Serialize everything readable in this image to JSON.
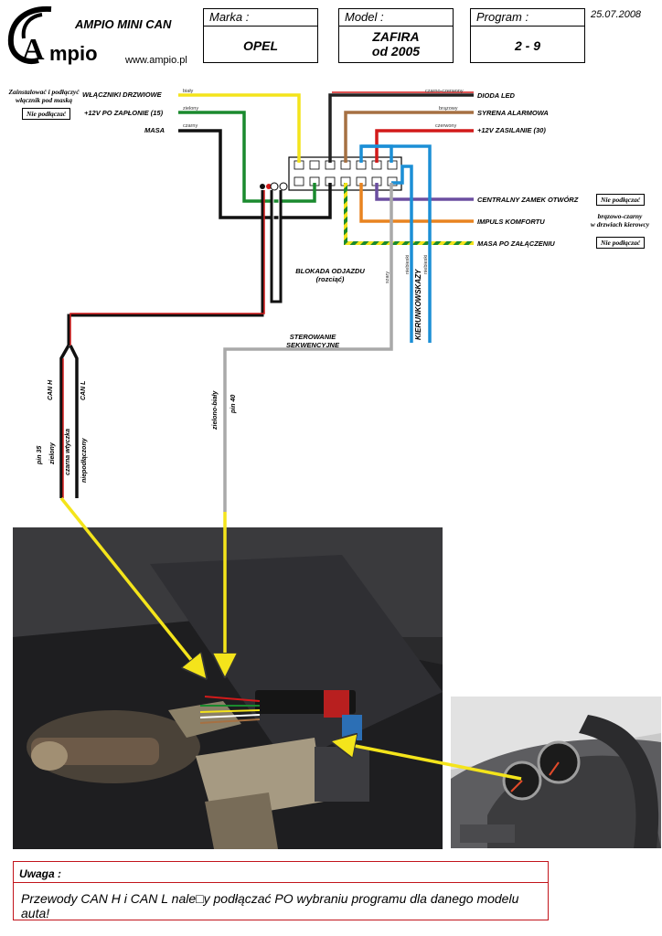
{
  "header": {
    "title": "AMPIO MINI CAN",
    "logo_text": "mpio",
    "logo_letter": "A",
    "url": "www.ampio.pl",
    "date": "25.07.2008",
    "marka_label": "Marka :",
    "marka_value": "OPEL",
    "model_label": "Model :",
    "model_line1": "ZAFIRA",
    "model_line2": "od 2005",
    "program_label": "Program :",
    "program_value": "2 - 9"
  },
  "left_side": {
    "install_note_1": "Zainstalować i podłączyć",
    "install_note_2": "włącznik pod maską",
    "not_connected": "Nie podłączać",
    "door_switches": "WŁĄCZNIKI DRZWIOWE",
    "door_color": "biały",
    "ignition": "+12V PO ZAPŁONIE (15)",
    "ignition_color": "zielony",
    "ground": "MASA",
    "ground_color": "czarny"
  },
  "right_side": {
    "led": "DIODA LED",
    "led_color": "czarno-czerwony",
    "siren": "SYRENA ALARMOWA",
    "siren_color": "brązowy",
    "power": "+12V ZASILANIE (30)",
    "power_color": "czerwony",
    "lock": "CENTRALNY ZAMEK OTWÓRZ",
    "lock_tag": "Nie podłączać",
    "comfort": "IMPULS KOMFORTU",
    "comfort_note_1": "brązowo-czarny",
    "comfort_note_2": "w drzwiach kierowcy",
    "ground_on": "MASA PO ZAŁĄCZENIU",
    "ground_on_tag": "Nie podłączać"
  },
  "center": {
    "immobilizer_1": "BLOKADA ODJAZDU",
    "immobilizer_2": "(rozciąć)",
    "seq_1": "STEROWANIE",
    "seq_2": "SEKWENCYJNE",
    "gray_color": "szary",
    "blue_color_1": "niebieski",
    "blue_color_2": "niebieski",
    "indicators": "KIERUNKOWSKAZY",
    "seq_wire_color": "zielono-biały",
    "seq_pin": "pin 40"
  },
  "can": {
    "can_h": "CAN H",
    "can_l": "CAN L",
    "pin35": "pin 35",
    "green": "zielony",
    "black_plug": "czarna wtyczka",
    "not_connected": "niepodłączony"
  },
  "footer": {
    "title": "Uwaga :",
    "message": "Przewody CAN H i CAN L nale□y podłączać PO wybraniu programu dla danego modelu auta!"
  },
  "colors": {
    "yellow": "#f4e41b",
    "green": "#1a8a2e",
    "red": "#d21a1a",
    "brown": "#a67042",
    "blue": "#1c8fd6",
    "purple": "#6b4ea0",
    "orange": "#e88420",
    "gray": "#a9a9a9",
    "warning_red": "#c2141b"
  }
}
